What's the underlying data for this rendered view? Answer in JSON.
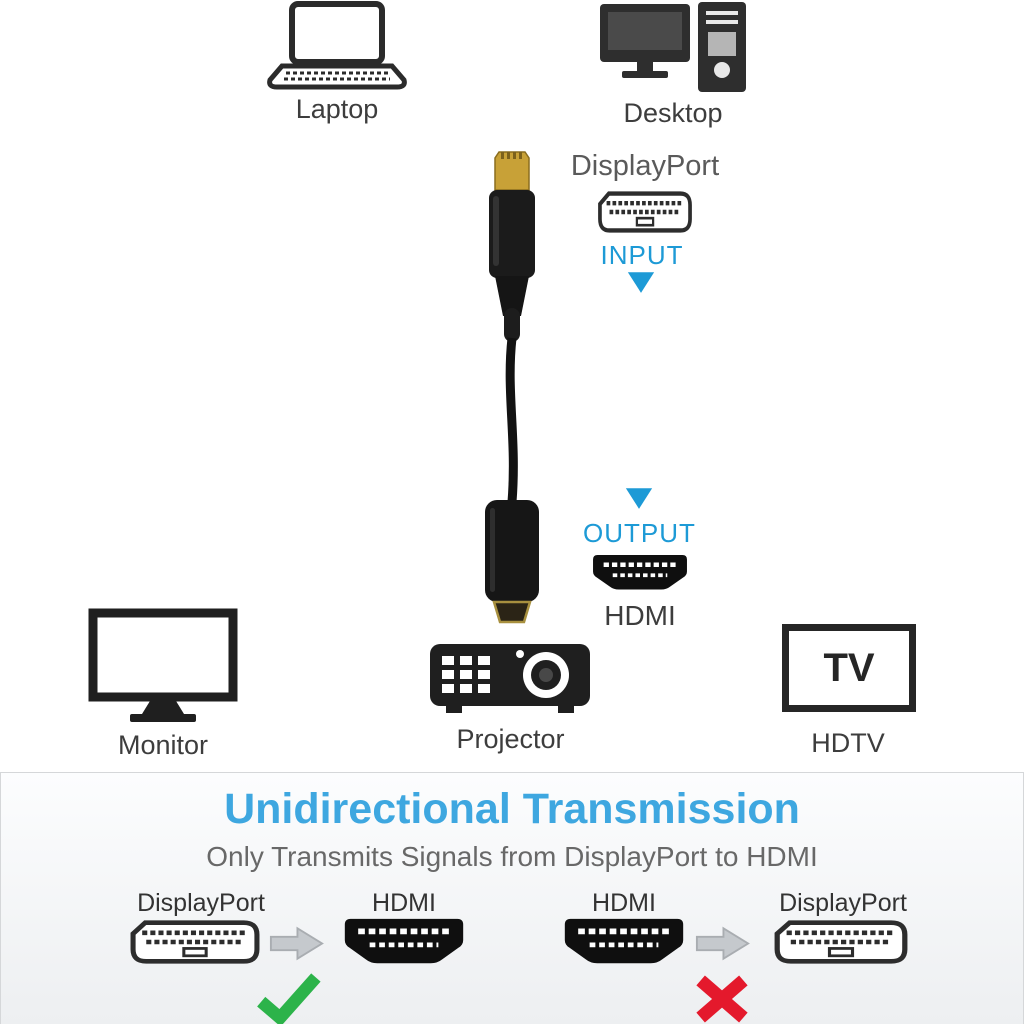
{
  "colors": {
    "accent": "#1d9ad6",
    "title": "#3ea7e0",
    "label": "#3d3d3d",
    "sublabel": "#5a5a5a",
    "subtitle": "#686868",
    "green": "#2cb34a",
    "red": "#e4192c",
    "arrow": "#c5c9cd",
    "icon": "#2b2b2b"
  },
  "top": {
    "laptop_label": "Laptop",
    "desktop_label": "Desktop",
    "displayport_label": "DisplayPort",
    "input_label": "INPUT",
    "output_label": "OUTPUT",
    "hdmi_label": "HDMI",
    "monitor_label": "Monitor",
    "projector_label": "Projector",
    "hdtv_label": "HDTV",
    "tv_text": "TV"
  },
  "banner": {
    "title": "Unidirectional Transmission",
    "subtitle": "Only Transmits Signals from DisplayPort to HDMI",
    "allowed": {
      "from_label": "DisplayPort",
      "to_label": "HDMI",
      "result": "allowed"
    },
    "blocked": {
      "from_label": "HDMI",
      "to_label": "DisplayPort",
      "result": "blocked"
    }
  }
}
